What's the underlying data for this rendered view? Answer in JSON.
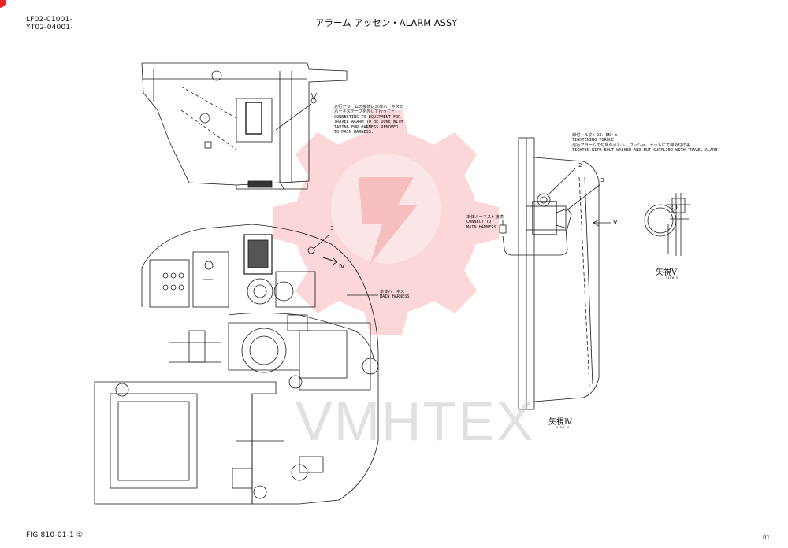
{
  "header": {
    "code_line_1": "LF02-01001-",
    "code_line_2": "YT02-04001-",
    "title": "アラーム アッセン・ALARM ASSY"
  },
  "footer": {
    "figure": "FIG 810-01-1 ①",
    "page": "01"
  },
  "notes": {
    "travel_alarm_note": [
      "走行アラームの接続は本体ハーネスの",
      "ハーネステープを外して行うこと",
      "CONNECTING TO EQUIPMENT FOR",
      "TRAVEL ALARM TO BE DONE WITH",
      "TAPING FOR HARNESS REMOVED",
      "TO MAIN HARNESS."
    ],
    "torque_note": [
      "締付トルク：23．5N・m",
      "TIGHTENING TORQUE",
      "走行アラームの付属のボルト、ワッシャ、ナットにて締め付の事",
      "TIGHTEN WITH BOLT,WASHER AND NUT SUPPLIED WITH TRAVEL ALARM"
    ],
    "connect_note": [
      "本体ハーネスト接続",
      "CONNECT TO",
      "MAIN HARNESS"
    ],
    "main_harness_note": [
      "本体ハーネス",
      "MAIN HARNESS"
    ]
  },
  "callouts": {
    "part_2": "2",
    "part_3_detail": "3",
    "part_3_main": "3",
    "arrow_v": "V",
    "arrow_iv": "Ⅳ"
  },
  "views": {
    "view_v_jp": "矢視Ⅴ",
    "view_v_en": "VIEW V",
    "view_iv_jp": "矢視Ⅳ",
    "view_iv_en": "VIEW Ⅳ"
  },
  "watermark": {
    "text": "VMHTEX",
    "color": "#e8242a"
  }
}
